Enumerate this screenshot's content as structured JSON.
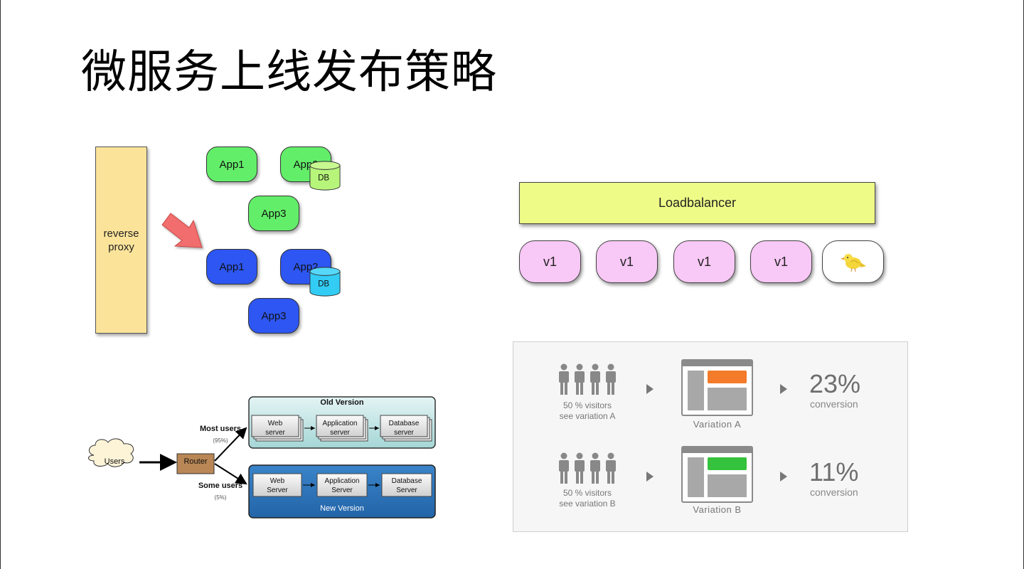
{
  "title": "微服务上线发布策略",
  "blue_green": {
    "proxy_label": "reverse\nproxy",
    "green_apps": [
      "App1",
      "App2",
      "App3"
    ],
    "blue_apps": [
      "App1",
      "App2",
      "App3"
    ],
    "db_label": "DB",
    "colors": {
      "green": "#63ee6a",
      "blue": "#2d56f2",
      "proxy": "#fbe49a",
      "arrow": "#f26d6d"
    }
  },
  "canary": {
    "loadbalancer_label": "Loadbalancer",
    "nodes": [
      "v1",
      "v1",
      "v1",
      "v1"
    ],
    "canary_icon": "canary-bird-icon",
    "colors": {
      "loadbalancer": "#eefc87",
      "node": "#f8c8f6"
    }
  },
  "gray_release": {
    "users_label": "Users",
    "router_label": "Router",
    "most_users_label": "Most users",
    "most_users_pct": "(95%)",
    "some_users_label": "Some users",
    "some_users_pct": "(5%)",
    "old_version": {
      "title": "Old Version",
      "boxes": [
        "Web\nserver",
        "Application\nserver",
        "Database\nserver"
      ]
    },
    "new_version": {
      "title": "New  Version",
      "boxes": [
        "Web\nServer",
        "Application\nServer",
        "Database\nServer"
      ]
    }
  },
  "ab_test": {
    "rows": [
      {
        "visitors": "50 % visitors\nsee variation A",
        "variation": "Variation A",
        "percent": "23%",
        "conversion": "conversion",
        "accent": "#f47b2a"
      },
      {
        "visitors": "50 % visitors\nsee variation B",
        "variation": "Variation B",
        "percent": "11%",
        "conversion": "conversion",
        "accent": "#35c23c"
      }
    ]
  }
}
